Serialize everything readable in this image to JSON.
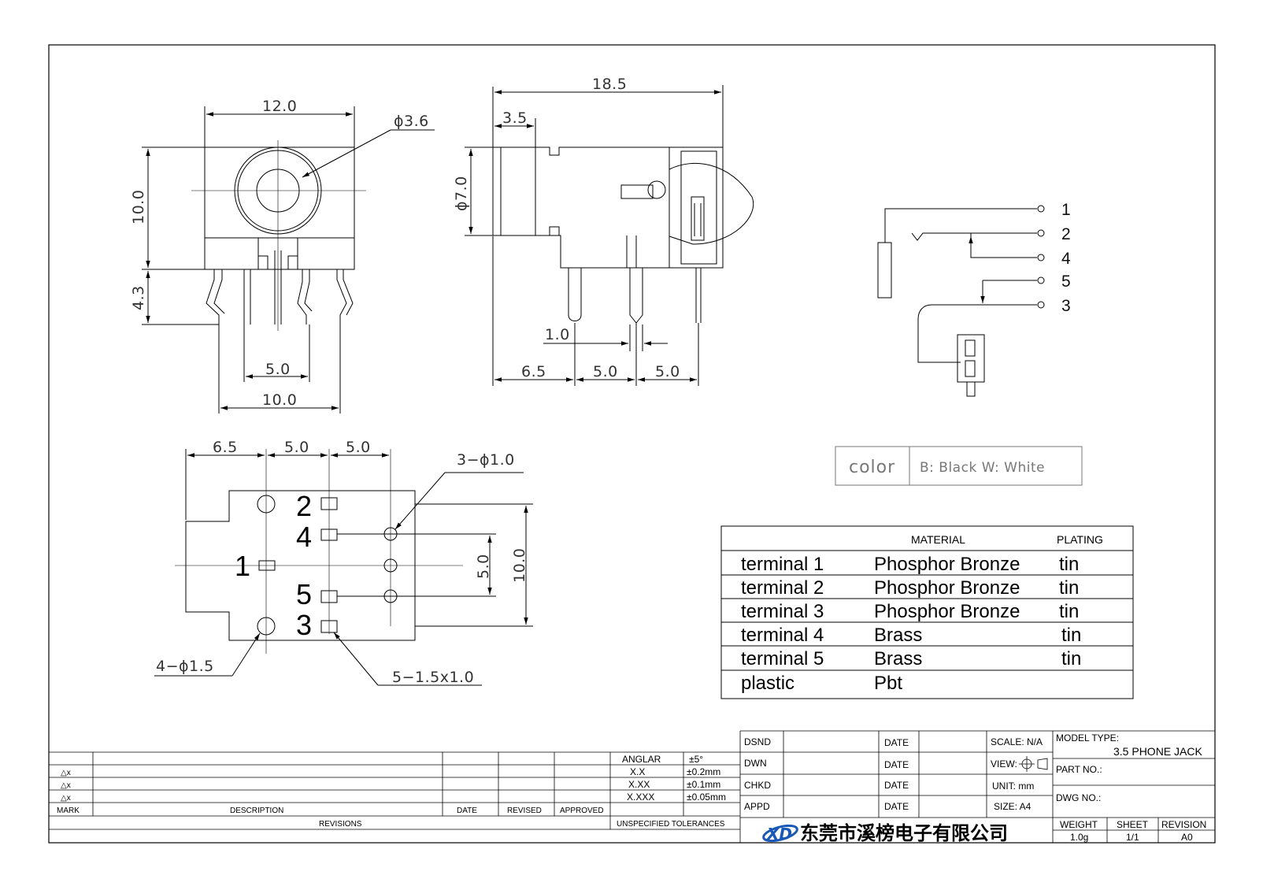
{
  "front_view": {
    "dims": [
      "12.0",
      "ϕ3.6",
      "10.0",
      "4.3",
      "5.0",
      "10.0"
    ]
  },
  "side_view": {
    "dims": [
      "18.5",
      "3.5",
      "ϕ7.0",
      "1.0",
      "6.5",
      "5.0",
      "5.0"
    ]
  },
  "schematic": {
    "pins": [
      "1",
      "2",
      "4",
      "5",
      "3"
    ]
  },
  "footprint": {
    "dims_top": [
      "6.5",
      "5.0",
      "5.0"
    ],
    "hole_note": "3−ϕ1.0",
    "mount_note": "4−ϕ1.5",
    "pad_note": "5−1.5x1.0",
    "dim_inner": "5.0",
    "dim_outer": "10.0",
    "pin_labels": [
      "2",
      "4",
      "1",
      "5",
      "3"
    ]
  },
  "color_box": {
    "label": "color",
    "value": "B: Black  W: White"
  },
  "materials": {
    "headers": [
      "MATERIAL",
      "PLATING"
    ],
    "rows": [
      {
        "part": "terminal 1",
        "material": "Phosphor Bronze",
        "plating": "tin"
      },
      {
        "part": "terminal 2",
        "material": "Phosphor Bronze",
        "plating": "tin"
      },
      {
        "part": "terminal 3",
        "material": "Phosphor Bronze",
        "plating": "tin"
      },
      {
        "part": "terminal 4",
        "material": "Brass",
        "plating": "tin"
      },
      {
        "part": "terminal 5",
        "material": "Brass",
        "plating": "tin"
      },
      {
        "part": "plastic",
        "material": "Pbt",
        "plating": ""
      }
    ]
  },
  "revisions": {
    "mark_rows": [
      "△x",
      "△x",
      "△x"
    ],
    "headers": [
      "MARK",
      "DESCRIPTION",
      "DATE",
      "REVISED",
      "APPROVED"
    ],
    "footer": "REVISIONS"
  },
  "tolerances": {
    "rows": [
      {
        "label": "ANGLAR",
        "value": "±5°"
      },
      {
        "label": "X.X",
        "value": "±0.2mm"
      },
      {
        "label": "X.XX",
        "value": "±0.1mm"
      },
      {
        "label": "X.XXX",
        "value": "±0.05mm"
      }
    ],
    "footer": "UNSPECIFIED TOLERANCES"
  },
  "title_block": {
    "roles": [
      "DSND",
      "DWN",
      "CHKD",
      "APPD"
    ],
    "date_label": "DATE",
    "scale": "SCALE: N/A",
    "view": "VIEW:",
    "unit": "UNIT: mm",
    "size": "SIZE: A4",
    "model_type_label": "MODEL TYPE:",
    "model_type": "3.5 PHONE JACK",
    "part_no_label": "PART NO.:",
    "dwg_no_label": "DWG NO.:",
    "company": "东莞市溪榜电子有限公司",
    "logo_text": "XD",
    "weight_label": "WEIGHT",
    "weight": "1.0g",
    "sheet_label": "SHEET",
    "sheet": "1/1",
    "revision_label": "REVISION",
    "revision": "A0"
  }
}
